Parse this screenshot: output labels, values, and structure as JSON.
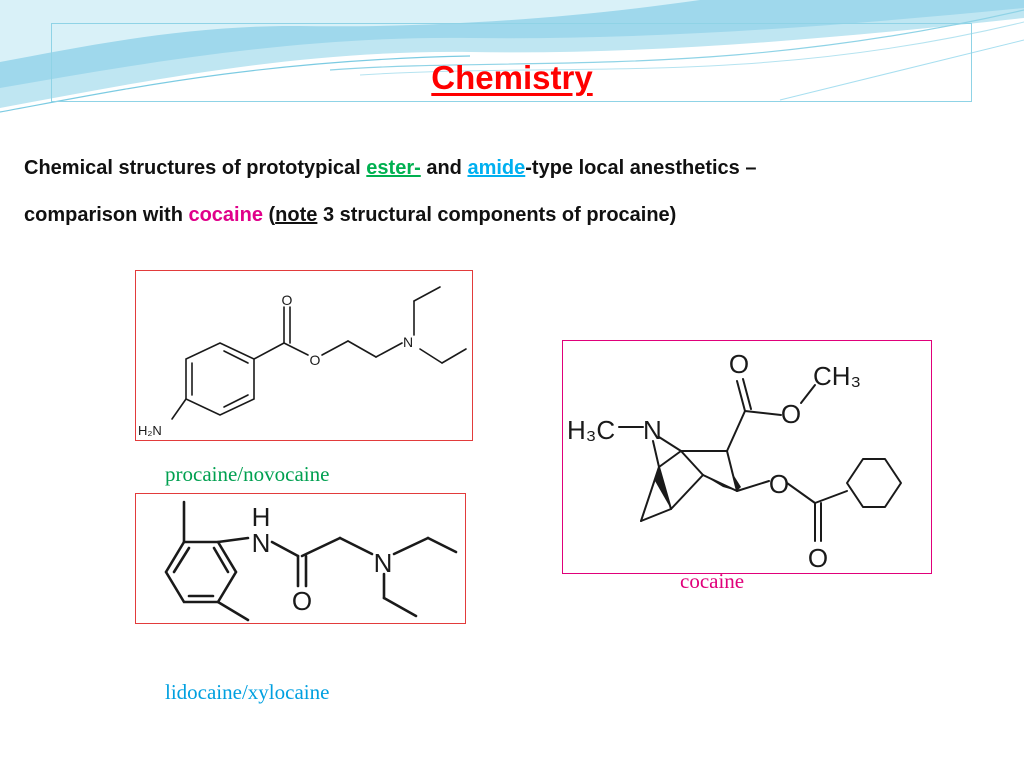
{
  "theme": {
    "title_color": "#ff0000",
    "ester_color": "#00b050",
    "amide_color": "#00b0f0",
    "cocaine_color": "#e0008a"
  },
  "slide": {
    "title": "Chemistry",
    "line1": {
      "prefix": "Chemical structures of prototypical ",
      "ester": "ester-",
      "and": " and ",
      "amide": "amide",
      "suffix": "-type local  anesthetics –"
    },
    "line2": {
      "prefix": "comparison with ",
      "cocaine": "cocaine",
      "open": " (",
      "note": "note",
      "suffix": " 3 structural components of procaine)"
    }
  },
  "structures": {
    "procaine": {
      "caption": "procaine/novocaine",
      "atoms": {
        "carbonyl_o": "O",
        "ester_o": "O",
        "amine_n": "N",
        "amino_h2n": "H₂N"
      }
    },
    "lidocaine": {
      "caption": "lidocaine/xylocaine",
      "atoms": {
        "amide_h": "H",
        "amide_n": "N",
        "carbonyl_o": "O",
        "amine_n": "N"
      }
    },
    "cocaine": {
      "caption": "cocaine",
      "atoms": {
        "n_methyl": "H₃C",
        "n": "N",
        "ester_carbonyl_o": "O",
        "ester_o": "O",
        "methyl": "CH₃",
        "benzoate_o": "O",
        "benzoate_carbonyl_o": "O"
      }
    }
  }
}
